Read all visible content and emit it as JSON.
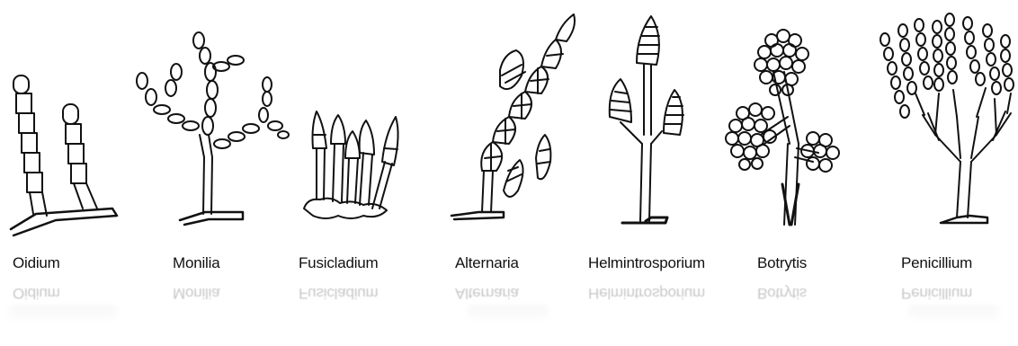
{
  "figure": {
    "genera": [
      {
        "label": "Oidium"
      },
      {
        "label": "Monilia"
      },
      {
        "label": "Fusicladium"
      },
      {
        "label": "Alternaria"
      },
      {
        "label": "Helmintrosporium"
      },
      {
        "label": "Botrytis"
      },
      {
        "label": "Penicillium"
      }
    ]
  }
}
